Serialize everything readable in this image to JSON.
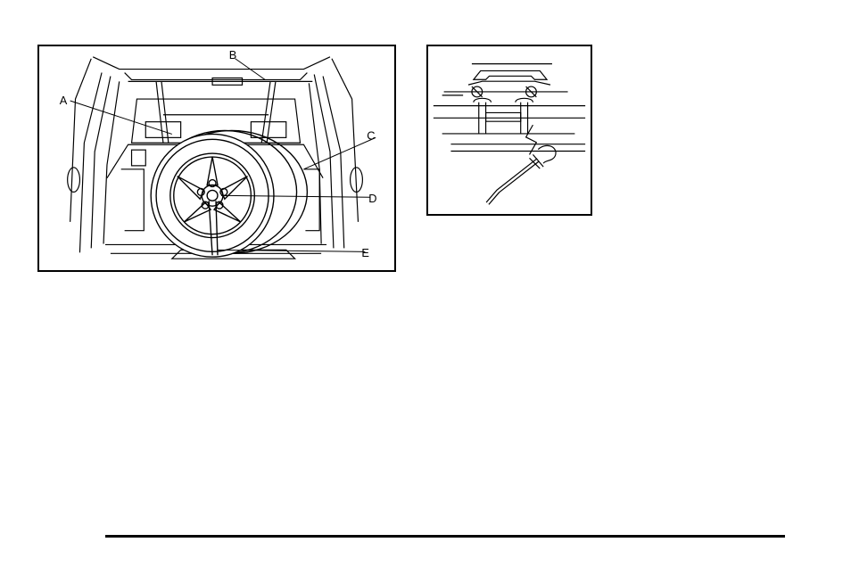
{
  "figures": {
    "spare_tire": {
      "callouts": {
        "a": "A",
        "b": "B",
        "c": "C",
        "d": "D",
        "e": "E"
      }
    },
    "hook_detail": {}
  },
  "colors": {
    "ink": "#000000",
    "paper": "#ffffff"
  }
}
